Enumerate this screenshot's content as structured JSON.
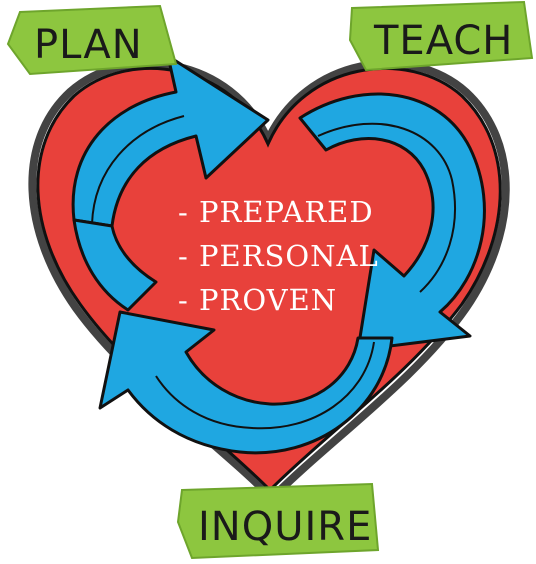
{
  "diagram": {
    "labels": {
      "plan": "PLAN",
      "teach": "TEACH",
      "inquire": "INQUIRE"
    },
    "center_items": [
      "- PREPARED",
      "- PERSONAL",
      "- PROVEN"
    ],
    "colors": {
      "heart": "#e8413b",
      "arrow": "#1fa7e1",
      "banner": "#8dc63f",
      "outline": "#111111",
      "text_light": "#ffffff"
    }
  }
}
